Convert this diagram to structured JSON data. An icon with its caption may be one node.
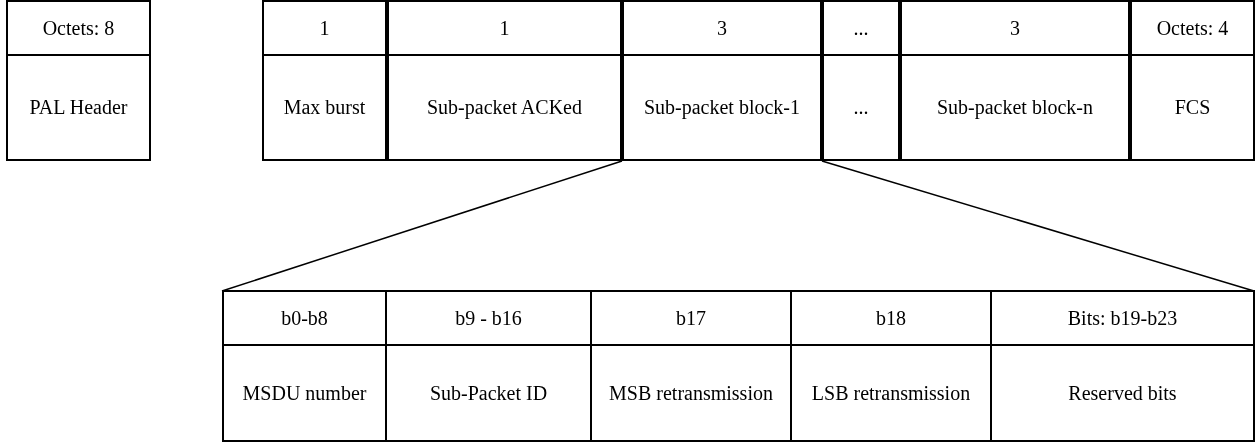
{
  "diagram": {
    "nodes": [
      {
        "text": [
          "Sub-packet block-1"
        ]
      },
      {
        "text": [],
        "shape": "box"
      }
    ],
    "edges": [
      {
        "from": 0,
        "to": 1,
        "arrow": "none"
      },
      {
        "from": 0,
        "to": 1,
        "arrow": "none"
      }
    ],
    "labels": [
      "Octets: 8",
      "1",
      "1",
      "3",
      "...",
      "3",
      "Octets: 4",
      "PAL Header",
      "Max burst",
      "Sub-packet ACKed",
      "...",
      "Sub-packet block-n",
      "FCS",
      "b0-b8",
      "b9 - b16",
      "b17",
      "b18",
      "Bits: b19-b23",
      "MSDU number",
      "Sub-Packet ID",
      "MSB retransmission",
      "LSB retransmission",
      "Reserved bits"
    ]
  }
}
